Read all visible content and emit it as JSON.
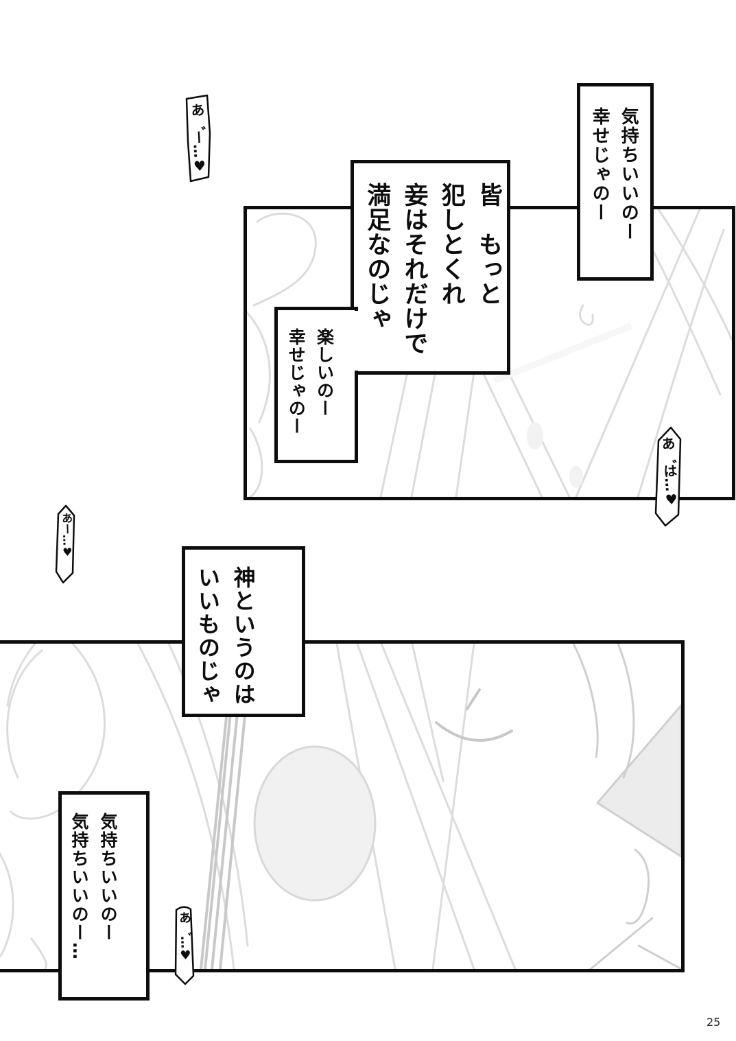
{
  "page": {
    "number": "25",
    "background_color": "#ffffff",
    "ink_color": "#0d0d0d",
    "sketch_color": "#dcdcdc"
  },
  "dialogue": {
    "box_top_right": {
      "lines": [
        "気持ちいいのー",
        "幸せじゃのー"
      ]
    },
    "box_main": {
      "lines": [
        "皆　もっと",
        "犯しとくれ",
        "妾はそれだけで",
        "満足なのじゃ"
      ]
    },
    "box_side": {
      "lines": [
        "楽しいのー",
        "幸せじゃのー"
      ]
    },
    "box_kami": {
      "lines": [
        "神というのは",
        "いいものじゃ"
      ]
    },
    "box_bottom_left": {
      "lines": [
        "気持ちいいのー",
        "気持ちいいのー…"
      ]
    },
    "bubbles": {
      "top_left": {
        "text": "あ゛ー…♥"
      },
      "right": {
        "text": "あ゛は…♥"
      },
      "mid_left": {
        "text": "あー…♥"
      },
      "bottom": {
        "text": "あ゛…♥"
      }
    }
  }
}
